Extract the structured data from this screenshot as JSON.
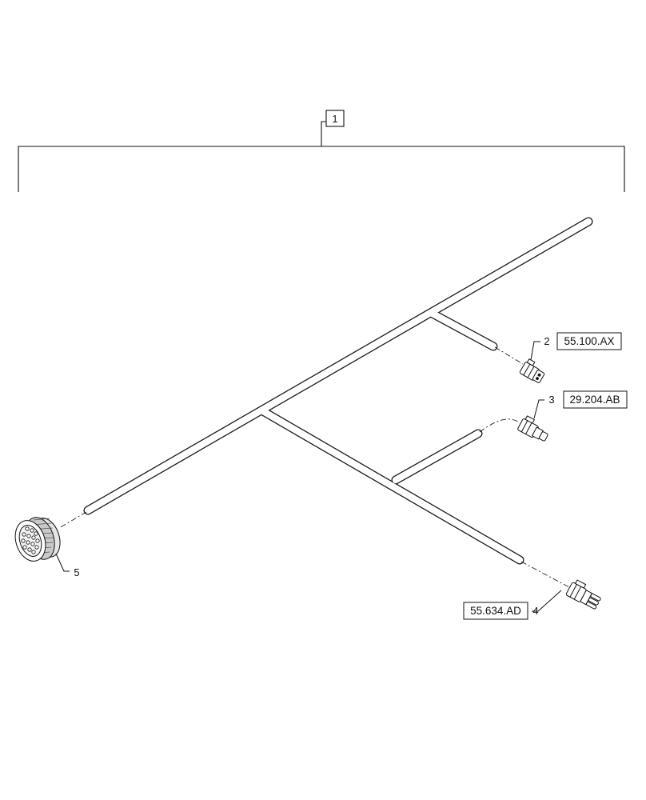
{
  "diagram": {
    "assembly_item": "1",
    "callouts": [
      {
        "item": "2",
        "reference": "55.100.AX"
      },
      {
        "item": "3",
        "reference": "29.204.AB"
      },
      {
        "item": "4",
        "reference": "55.634.AD"
      },
      {
        "item": "5",
        "reference": ""
      }
    ]
  }
}
